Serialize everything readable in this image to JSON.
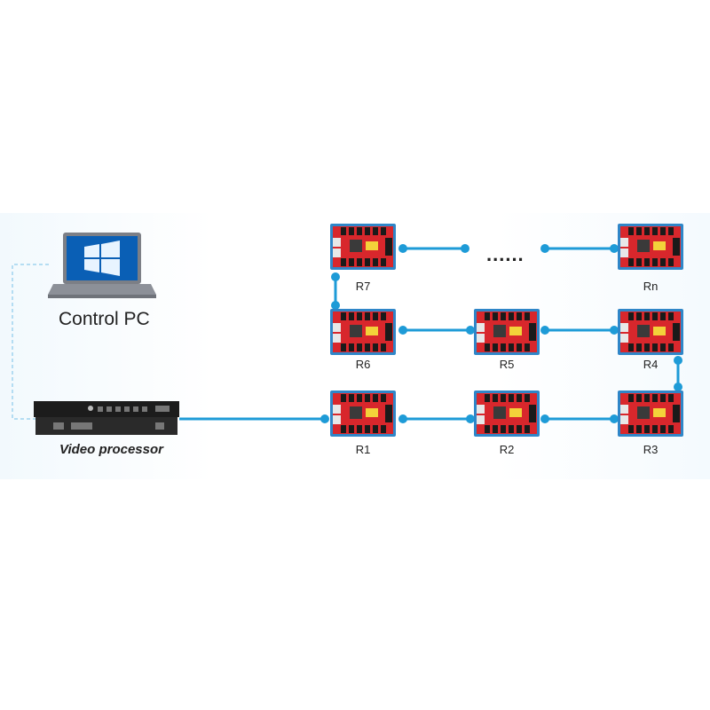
{
  "control_pc": {
    "label": "Control PC"
  },
  "video_processor": {
    "label": "Video processor"
  },
  "ellipsis": "......",
  "cards": {
    "R1": "R1",
    "R2": "R2",
    "R3": "R3",
    "R4": "R4",
    "R5": "R5",
    "R6": "R6",
    "R7": "R7",
    "Rn": "Rn"
  },
  "colors": {
    "link": "#1e9bd7",
    "card_red": "#d8272c",
    "card_blue": "#2f86c8",
    "dashed_link": "#9fd3ef"
  }
}
